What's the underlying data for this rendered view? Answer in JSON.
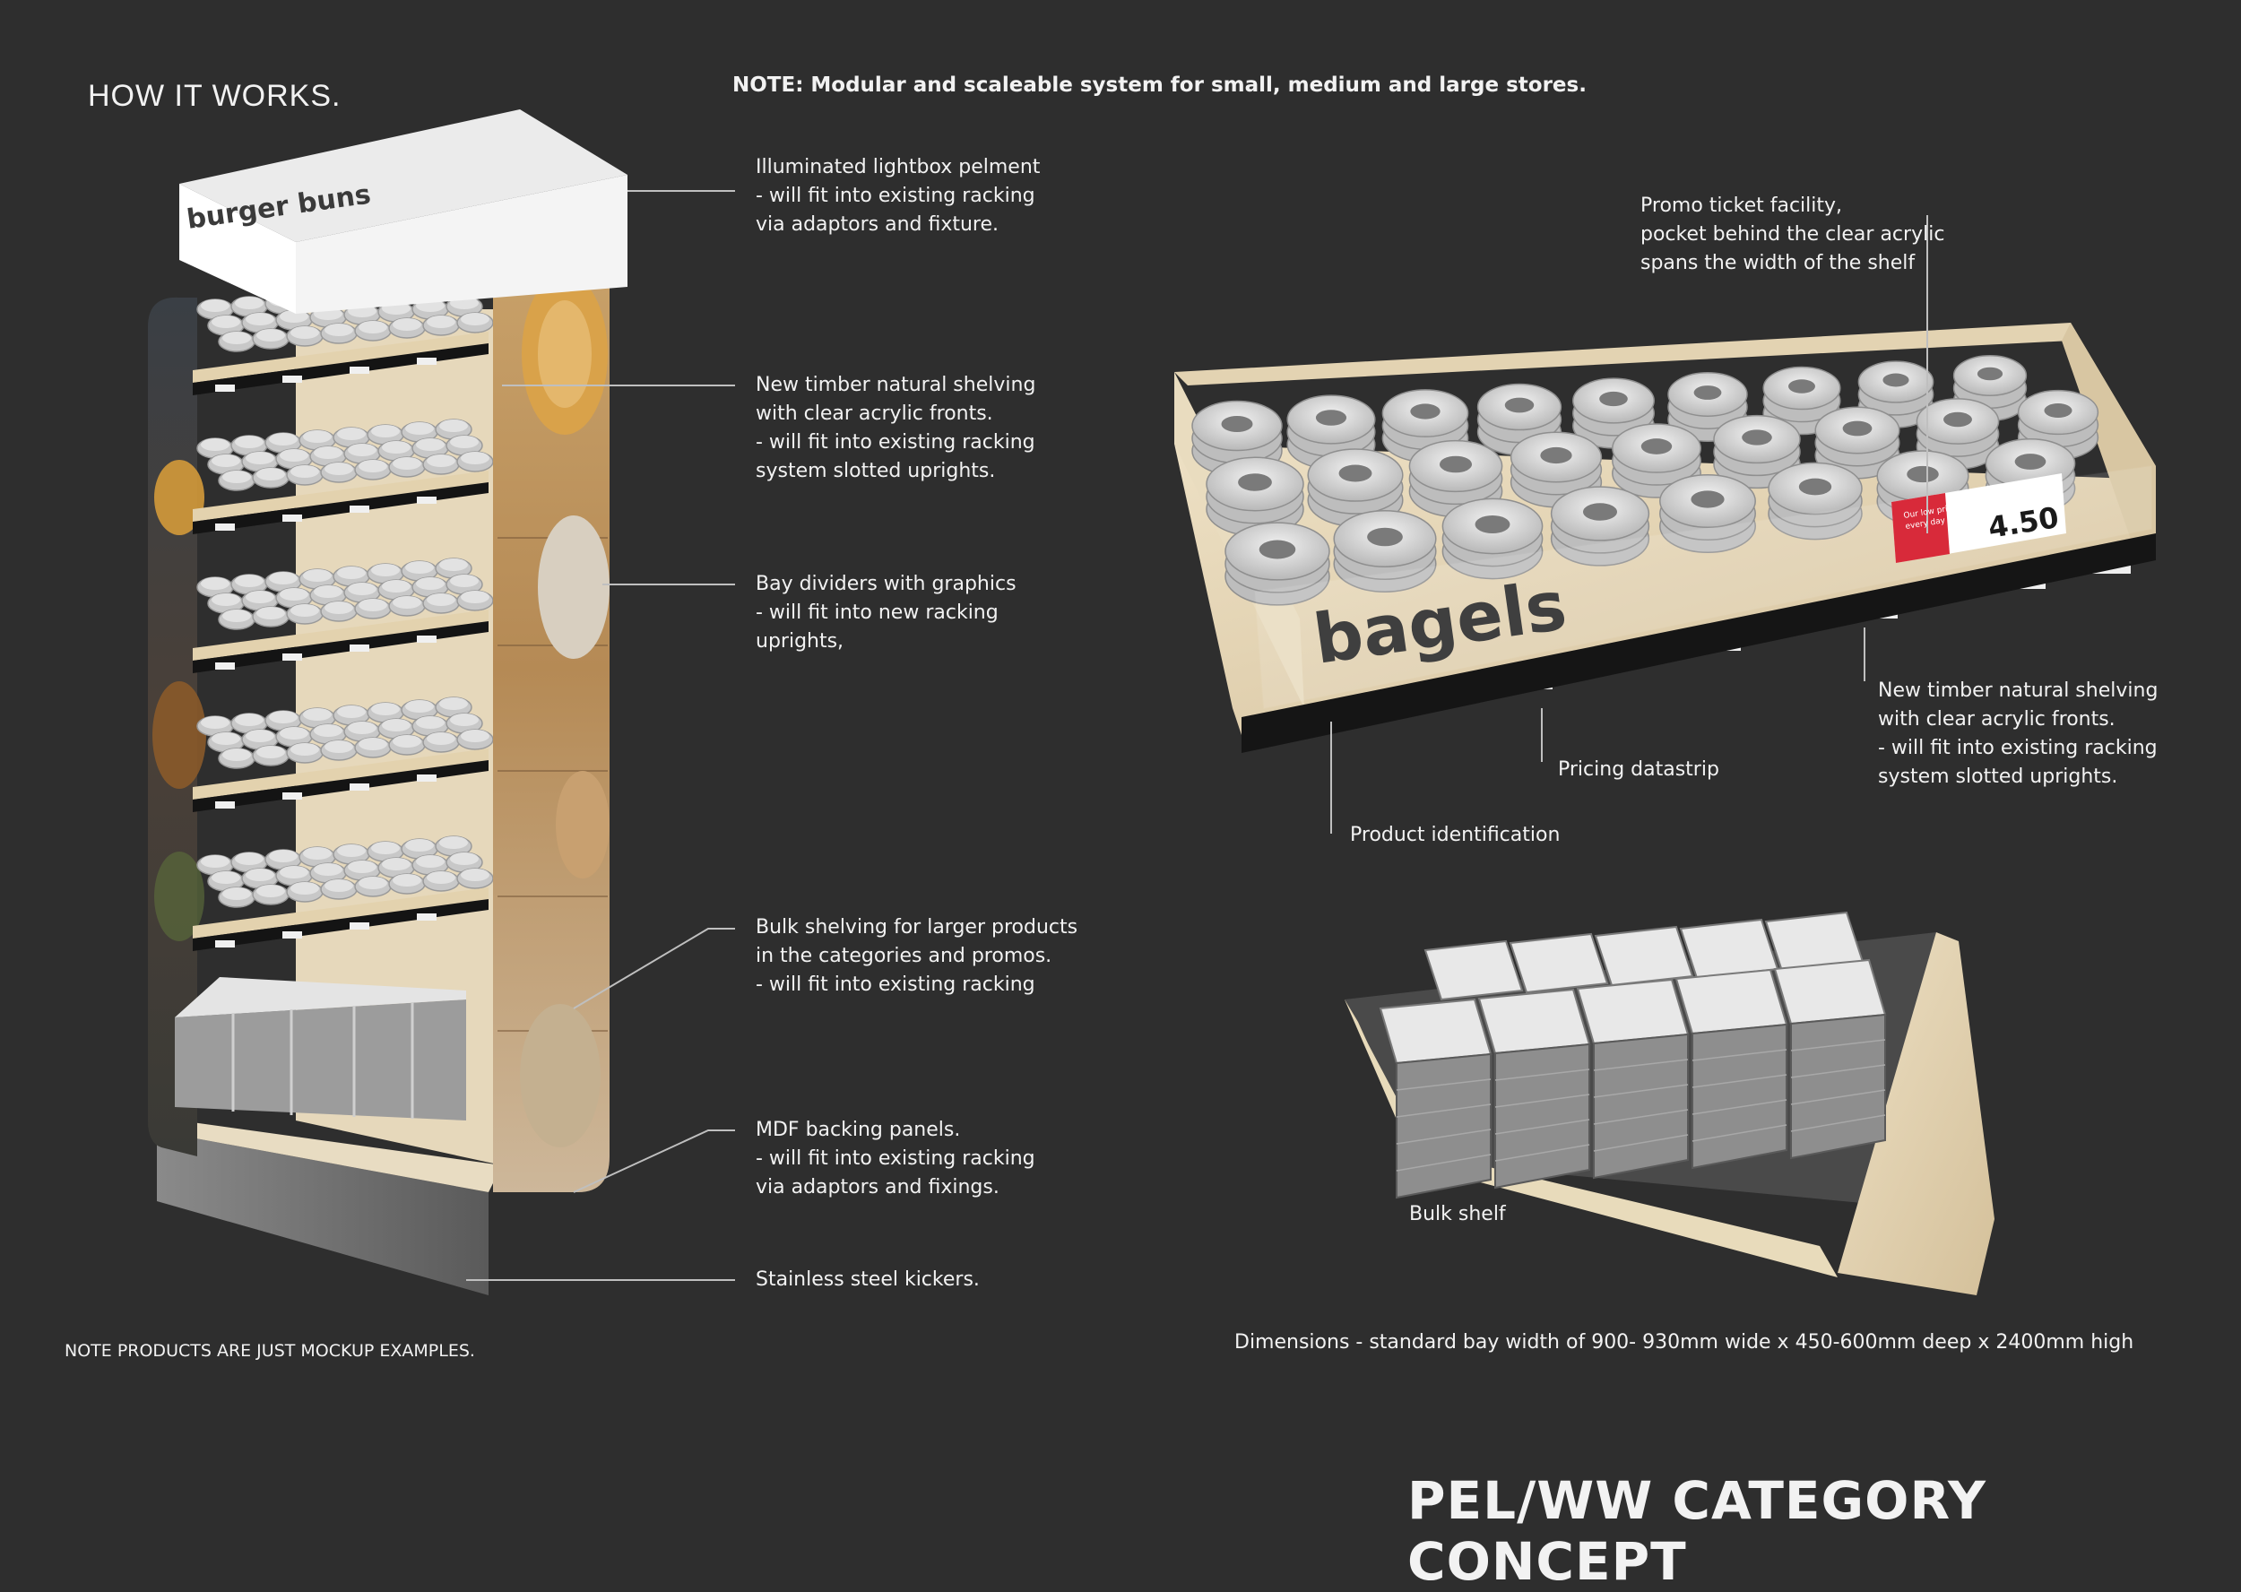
{
  "heading": "HOW IT WORKS.",
  "top_note": "NOTE: Modular and scaleable system for small, medium and large stores.",
  "bay_brand": "burger buns",
  "shelf_brand": "bagels",
  "price_tag": "4.50",
  "promo_lines": [
    "Our low price",
    "every day"
  ],
  "callouts": {
    "pelmet": [
      "Illuminated lightbox pelment",
      "- will fit into existing racking",
      "via adaptors and fixture."
    ],
    "shelving": [
      "New timber natural shelving",
      "with clear acrylic fronts.",
      "- will fit into existing racking",
      "system slotted uprights."
    ],
    "dividers": [
      "Bay dividers with graphics",
      "- will fit into new racking",
      "uprights,"
    ],
    "bulk": [
      "Bulk shelving for larger products",
      "in the categories and promos.",
      "- will fit into existing racking"
    ],
    "mdf": [
      "MDF backing panels.",
      "- will fit into existing racking",
      "via adaptors and fixings."
    ],
    "kickers": [
      "Stainless steel kickers."
    ],
    "promo": [
      "Promo ticket facility,",
      "pocket behind the clear acrylic",
      "spans the width of the shelf"
    ],
    "shelving_right": [
      "New timber natural shelving",
      "with clear acrylic fronts.",
      "- will fit into existing racking",
      "system slotted uprights."
    ],
    "datastrip": [
      "Pricing datastrip"
    ],
    "product_id": [
      "Product identification"
    ],
    "bulk_shelf": [
      "Bulk shelf"
    ]
  },
  "mockup_note": "NOTE PRODUCTS ARE JUST MOCKUP EXAMPLES.",
  "dimensions": "Dimensions - standard bay width of 900- 930mm wide x 450-600mm deep x 2400mm high",
  "title": "PEL/WW CATEGORY CONCEPT",
  "colors": {
    "background": "#2e2e2e",
    "timber": "#e4d4b4",
    "product": "#d0d0d0",
    "promo_red": "#d82a3a"
  }
}
